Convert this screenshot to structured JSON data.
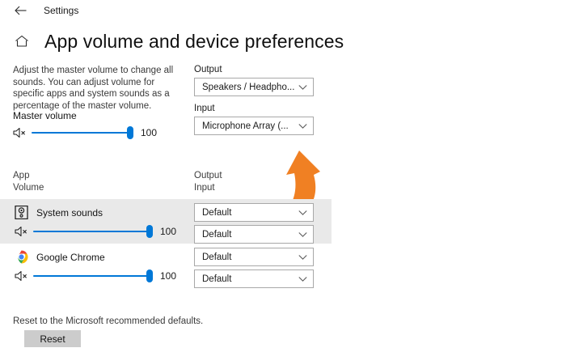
{
  "titlebar": {
    "back_icon": "back-arrow-icon",
    "app_name": "Settings"
  },
  "header": {
    "home_icon": "home-icon",
    "title": "App volume and device preferences"
  },
  "intro": {
    "description": "Adjust the master volume to change all sounds. You can adjust volume for specific apps and system sounds as a percentage of the master volume."
  },
  "master": {
    "label": "Master volume",
    "mute_icon": "speaker-mute-icon",
    "value": "100",
    "percent": 100
  },
  "devices": {
    "output_label": "Output",
    "output_value": "Speakers / Headpho...",
    "input_label": "Input",
    "input_value": "Microphone Array (...",
    "chevron_icon": "chevron-down-icon"
  },
  "annotation": {
    "name": "orange-curved-arrow",
    "color": "#F08023",
    "points_at": "output-dropdown"
  },
  "columns": {
    "app": "App",
    "volume": "Volume",
    "output": "Output",
    "input": "Input"
  },
  "apps": [
    {
      "name": "System sounds",
      "icon": "system-sounds-icon",
      "mute_icon": "speaker-mute-icon",
      "volume": "100",
      "percent": 100,
      "output": "Default",
      "input": "Default",
      "highlighted": true
    },
    {
      "name": "Google Chrome",
      "icon": "google-chrome-icon",
      "mute_icon": "speaker-mute-icon",
      "volume": "100",
      "percent": 100,
      "output": "Default",
      "input": "Default",
      "highlighted": false
    }
  ],
  "reset": {
    "note": "Reset to the Microsoft recommended defaults.",
    "button_label": "Reset"
  },
  "colors": {
    "accent": "#0078D7",
    "row_highlight": "#E9E9E9",
    "button_face": "#CCCCCC"
  }
}
